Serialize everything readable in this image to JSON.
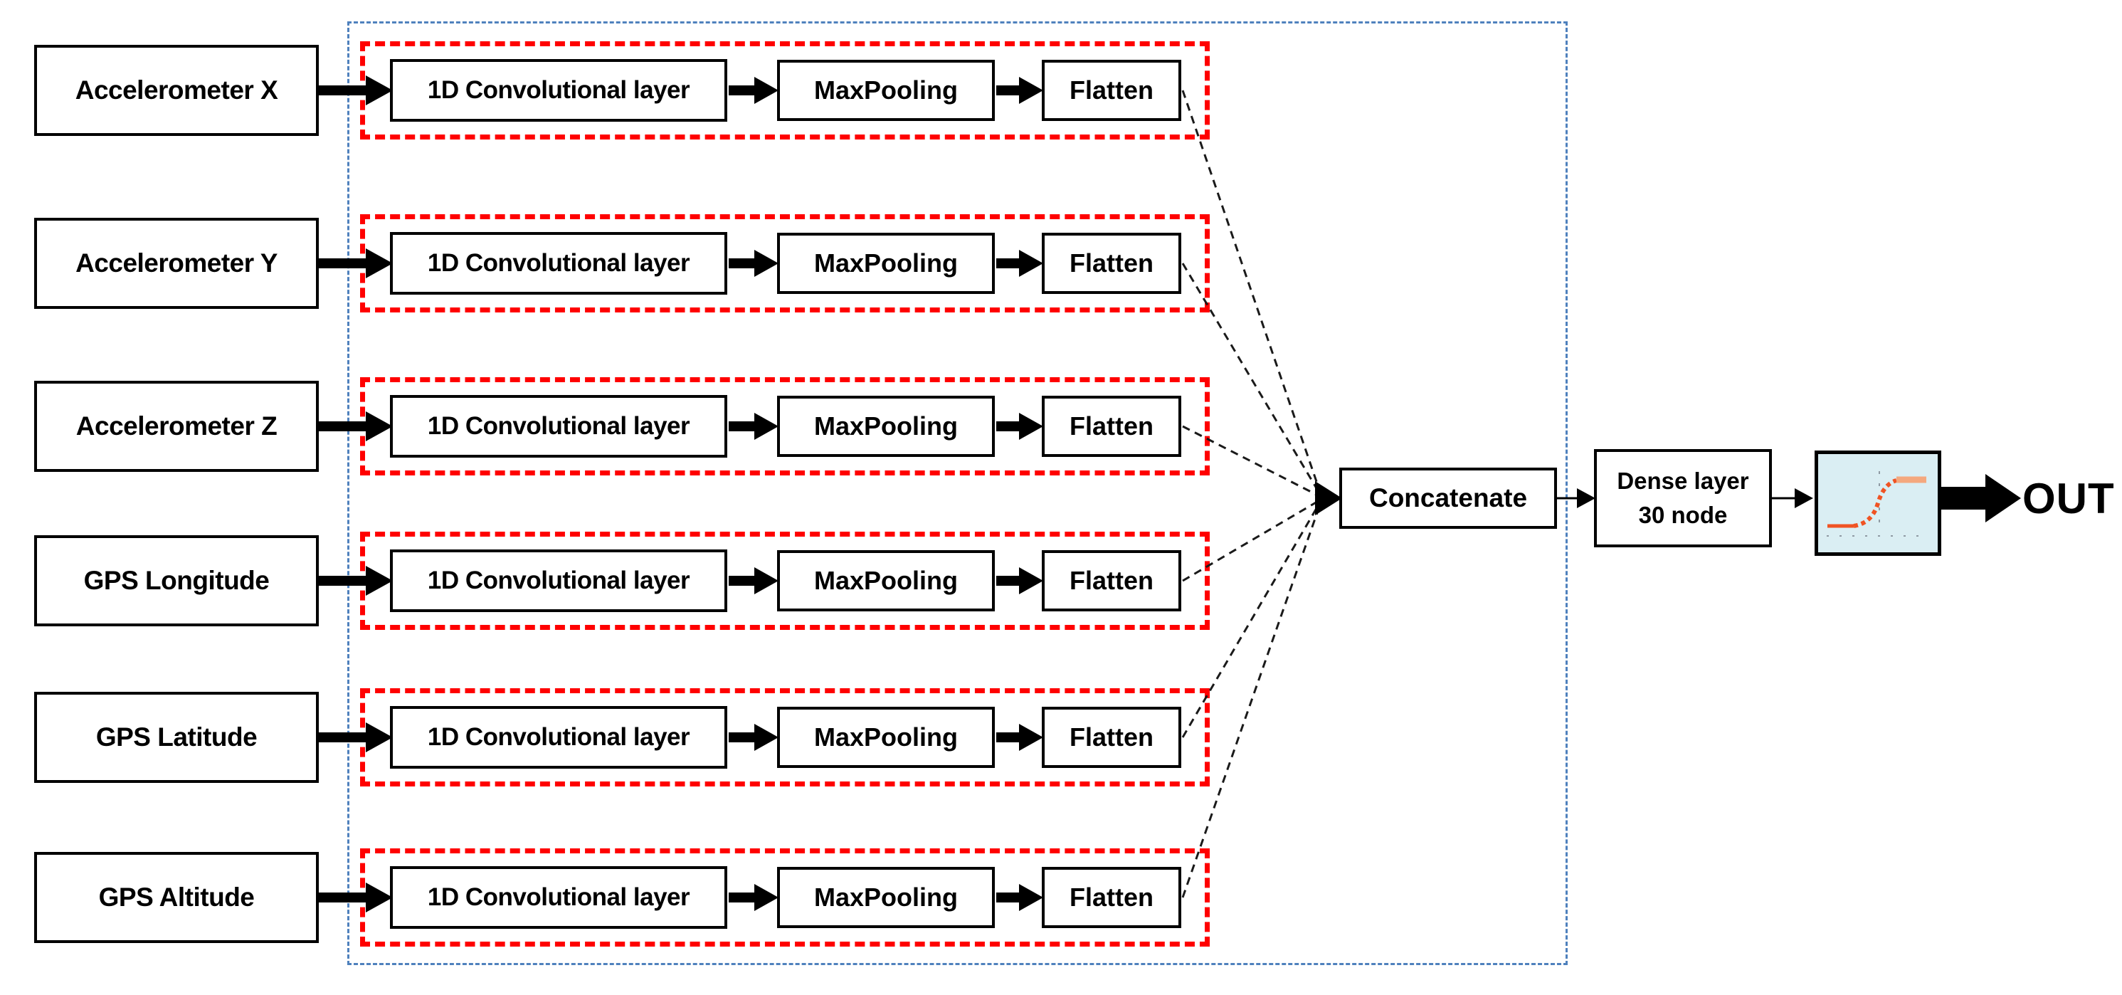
{
  "colors": {
    "red_dashed": "#ff0000",
    "blue_dashed": "#4f81bd",
    "activation_bg": "#daeef3",
    "activation_curve": "#f05323",
    "activation_curve_light": "#f4a87e",
    "ink": "#000000"
  },
  "diagram": {
    "inputs": [
      {
        "label": "Accelerometer X"
      },
      {
        "label": "Accelerometer Y"
      },
      {
        "label": "Accelerometer Z"
      },
      {
        "label": "GPS Longitude"
      },
      {
        "label": "GPS Latitude"
      },
      {
        "label": "GPS Altitude"
      }
    ],
    "branch_steps": [
      {
        "label": "1D Convolutional layer"
      },
      {
        "label": "MaxPooling"
      },
      {
        "label": "Flatten"
      }
    ],
    "concatenate": {
      "label": "Concatenate"
    },
    "dense": {
      "line1": "Dense layer",
      "line2": "30 node"
    },
    "activation": {
      "icon_name": "sigmoid-activation-icon"
    },
    "output": {
      "label": "OUT"
    }
  }
}
